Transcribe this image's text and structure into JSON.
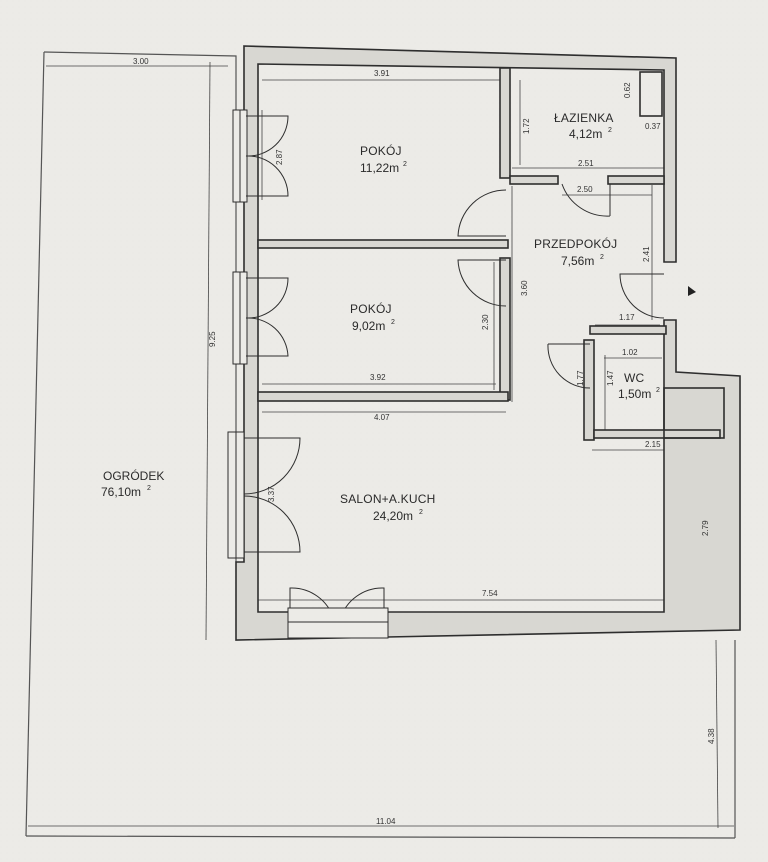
{
  "rooms": {
    "pokoj1": {
      "name": "POKÓJ",
      "area": "11,22m",
      "sup": "2"
    },
    "pokoj2": {
      "name": "POKÓJ",
      "area": "9,02m",
      "sup": "2"
    },
    "lazienka": {
      "name": "ŁAZIENKA",
      "area": "4,12m",
      "sup": "2"
    },
    "przedpokoj": {
      "name": "PRZEDPOKÓJ",
      "area": "7,56m",
      "sup": "2"
    },
    "wc": {
      "name": "WC",
      "area": "1,50m",
      "sup": "2"
    },
    "salon": {
      "name": "SALON+A.KUCH",
      "area": "24,20m",
      "sup": "2"
    },
    "ogrodek": {
      "name": "OGRÓDEK",
      "area": "76,10m",
      "sup": "2"
    }
  },
  "dimensions": {
    "garden_top": "3.00",
    "pokoj1_width": "3.91",
    "pokoj1_height": "2.87",
    "lazienka_height": "1.72",
    "lazienka_corner_v": "0.62",
    "lazienka_corner_h": "0.37",
    "lazienka_width": "2.51",
    "corridor_width": "2.50",
    "corridor_height": "2.41",
    "hall_height": "3.60",
    "pokoj2_height": "2.30",
    "pokoj2_width": "3.92",
    "salon_top": "4.07",
    "wc_outer": "1.17",
    "wc_inner": "1.02",
    "wc_height_outer": "1.77",
    "wc_height_inner": "1.47",
    "salon_right_top": "2.15",
    "salon_right_height": "2.79",
    "salon_window_height": "3.37",
    "salon_width": "7.54",
    "garden_height": "9.25",
    "garden_bottom_height": "4.38",
    "total_width": "11.04"
  }
}
